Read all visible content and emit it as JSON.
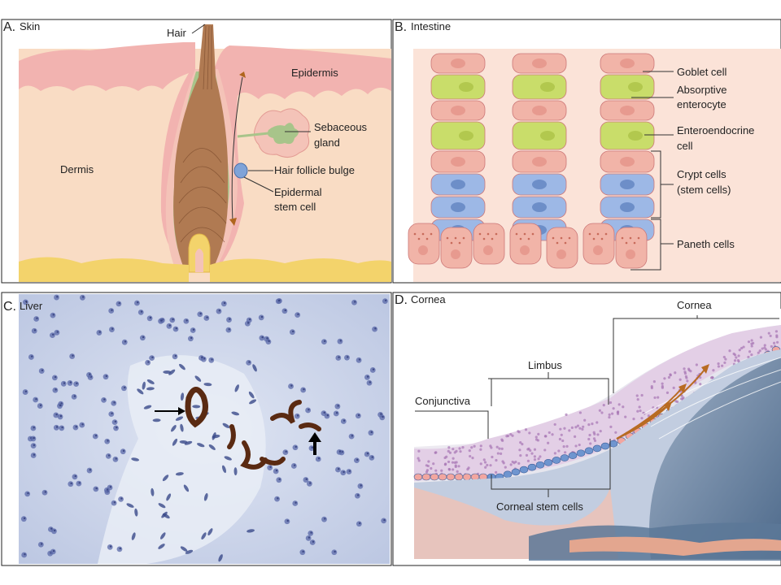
{
  "panels": {
    "skin": {
      "letter": "A.",
      "title": "Skin",
      "labels": {
        "hair": "Hair",
        "epidermis": "Epidermis",
        "sebaceous1": "Sebaceous",
        "sebaceous2": "gland",
        "dermis": "Dermis",
        "bulge": "Hair follicle bulge",
        "stem1": "Epidermal",
        "stem2": "stem cell"
      }
    },
    "intestine": {
      "letter": "B.",
      "title": "Intestine",
      "labels": {
        "goblet": "Goblet cell",
        "absorptive1": "Absorptive",
        "absorptive2": "enterocyte",
        "entero1": "Enteroendocrine",
        "entero2": "cell",
        "crypt1": "Crypt cells",
        "crypt2": "(stem cells)",
        "paneth": "Paneth cells"
      }
    },
    "liver": {
      "letter": "C.",
      "title": "Liver"
    },
    "cornea": {
      "letter": "D.",
      "title": "Cornea",
      "labels": {
        "cornea": "Cornea",
        "limbus": "Limbus",
        "conjunctiva": "Conjunctiva",
        "stem": "Corneal stem cells"
      }
    }
  },
  "colors": {
    "skin_dermis": "#f9dcc4",
    "skin_epidermis": "#f2b3b0",
    "hair": "#b07a52",
    "fat": "#f3d36b",
    "goblet": "#c9dd6a",
    "crypt": "#9db8e6",
    "paneth": "#f1b4a8",
    "liver_bg": "#c9d2e8",
    "stain": "#5a2a12",
    "cornea_blue": "#5c7898",
    "stroma": "#c2cde0"
  }
}
